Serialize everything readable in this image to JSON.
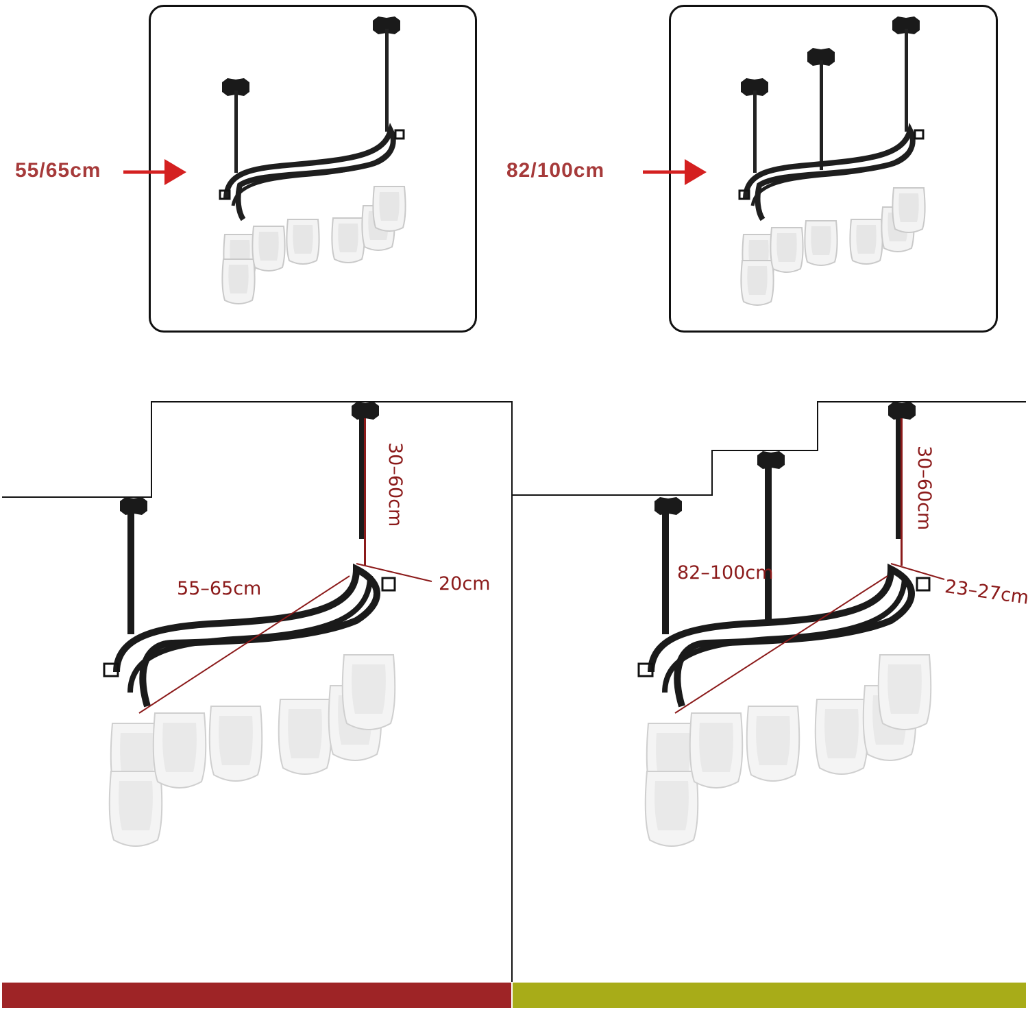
{
  "top_panels": [
    {
      "size_label": "55/65cm"
    },
    {
      "size_label": "82/100cm"
    }
  ],
  "left_diagram": {
    "height_label": "30–60cm",
    "length_label": "55–65cm",
    "depth_label": "20cm"
  },
  "right_diagram": {
    "height_label": "30–60cm",
    "length_label": "82–100cm",
    "depth_label": "23–27cm"
  },
  "colors": {
    "accent_red": "#d42020",
    "label_red": "#a63a3a",
    "dimension_red": "#8b1a1a",
    "bar_left": "#9e2426",
    "bar_right": "#a8ac18"
  }
}
